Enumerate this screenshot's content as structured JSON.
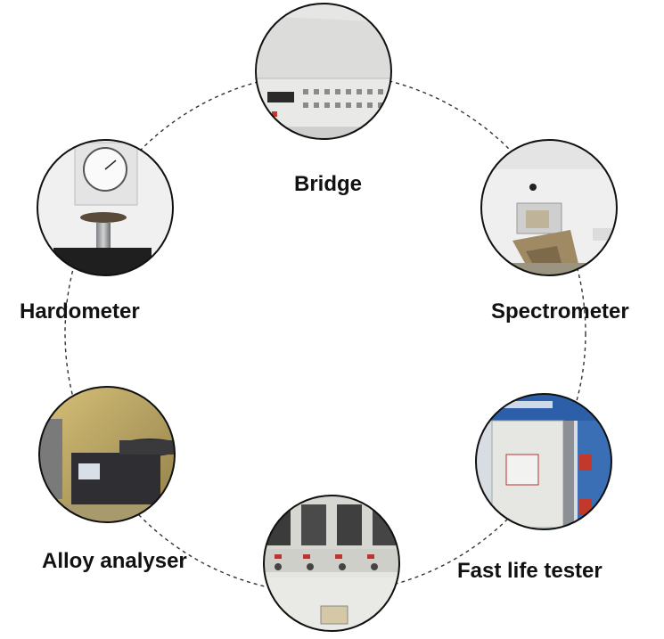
{
  "equipment": [
    {
      "id": "bridge",
      "label": "Bridge",
      "icon": "bridge-instrument-photo"
    },
    {
      "id": "spectrometer",
      "label": "Spectrometer",
      "icon": "spectrometer-photo"
    },
    {
      "id": "fast-life-tester",
      "label": "Fast life tester",
      "icon": "life-tester-cabinet-photo"
    },
    {
      "id": "test-bench",
      "label": "",
      "icon": "test-bench-panel-photo"
    },
    {
      "id": "alloy-analyser",
      "label": "Alloy analyser",
      "icon": "alloy-analyser-photo"
    },
    {
      "id": "hardometer",
      "label": "Hardometer",
      "icon": "hardness-tester-photo"
    }
  ],
  "colors": {
    "ring": "#333333",
    "border": "#111111",
    "text": "#111111"
  }
}
